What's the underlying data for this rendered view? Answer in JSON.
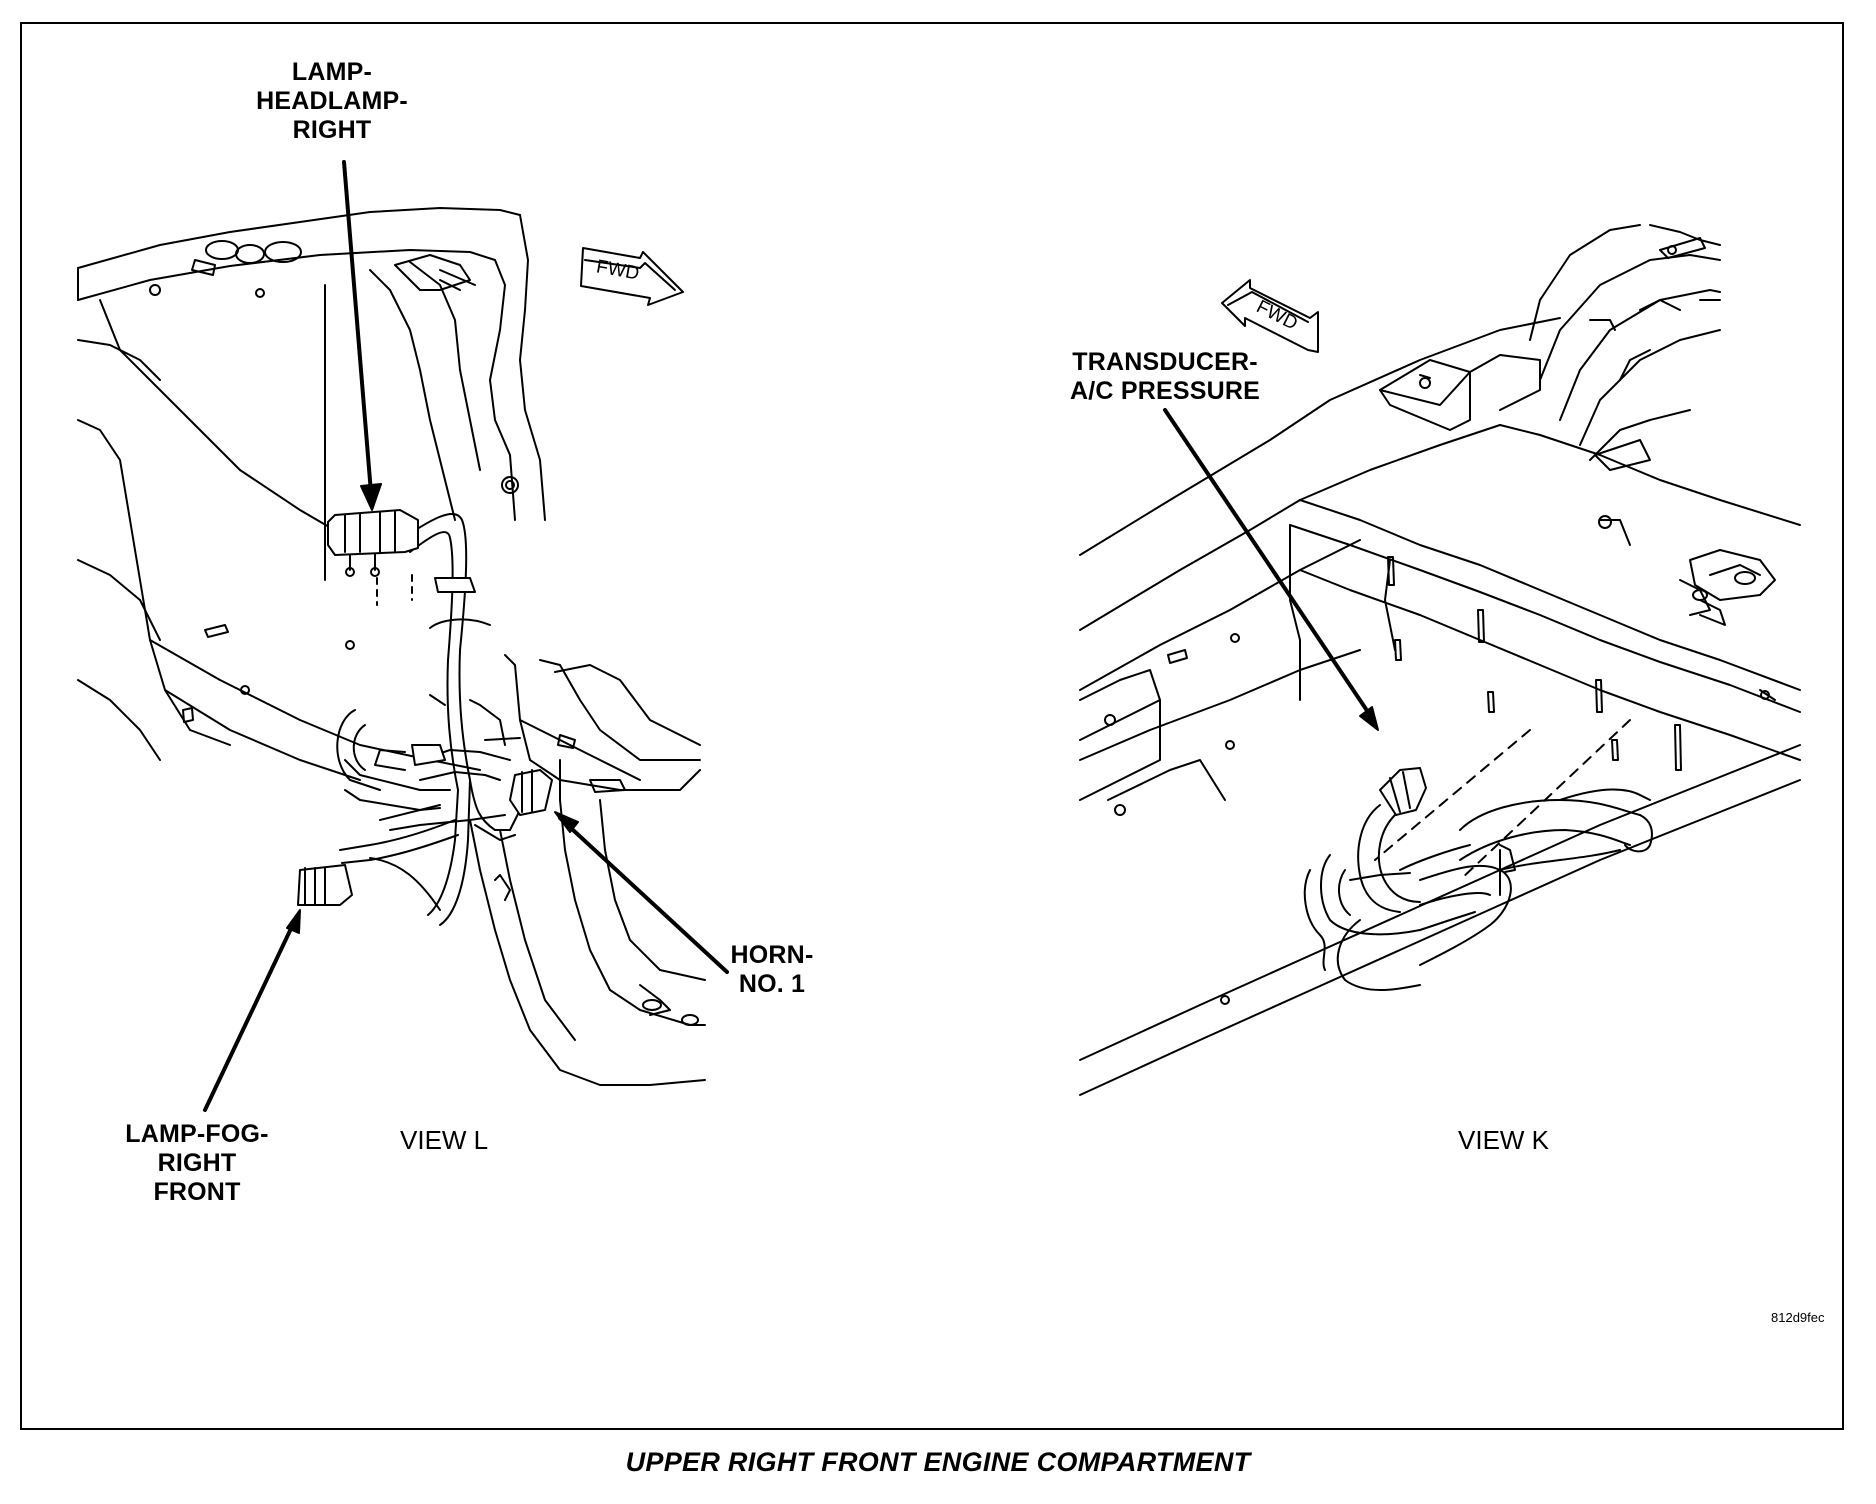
{
  "labels": {
    "headlamp": [
      "LAMP-",
      "HEADLAMP-",
      "RIGHT"
    ],
    "horn": [
      "HORN-",
      "NO. 1"
    ],
    "fog": [
      "LAMP-FOG-",
      "RIGHT",
      "FRONT"
    ],
    "transducer": [
      "TRANSDUCER-",
      "A/C PRESSURE"
    ]
  },
  "arrow_text": {
    "fwd_left": "FWD",
    "fwd_right": "FWD"
  },
  "views": {
    "left": "VIEW L",
    "right": "VIEW K"
  },
  "figure_code": "812d9fec",
  "caption": "UPPER RIGHT FRONT ENGINE COMPARTMENT"
}
